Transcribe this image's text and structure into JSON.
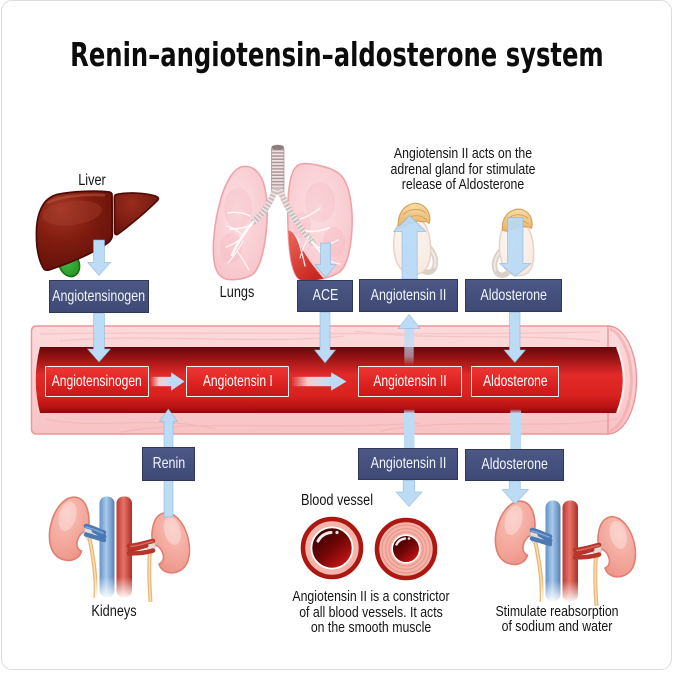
{
  "title": "Renin–angiotensin–aldosterone system",
  "labels": {
    "liver": "Liver",
    "lungs": "Lungs",
    "kidneys": "Kidneys",
    "blood_vessel": "Blood vessel"
  },
  "boxes": {
    "angiotensinogen_top": "Angiotensinogen",
    "ace": "ACE",
    "angiotensin2_above": "Angiotensin II",
    "aldosterone_above": "Aldosterone",
    "renin": "Renin",
    "angiotensin2_below": "Angiotensin II",
    "aldosterone_below": "Aldosterone"
  },
  "vessel_labels": {
    "angiotensinogen": "Angiotensinogen",
    "angiotensin1": "Angiotensin I",
    "angiotensin2": "Angiotensin II",
    "aldosterone": "Aldosterone"
  },
  "annotations": {
    "adrenal": "Angiotensin II acts on the\nadrenal gland for stimulate\nrelease of Aldosterone",
    "constrictor": "Angiotensin II is a constrictor\nof all blood vessels. It acts\non the smooth muscle",
    "reabsorption": "Stimulate reabsorption\nof sodium and water"
  },
  "colors": {
    "label_box_bg": "#46517e",
    "label_box_border": "#2e3959",
    "arrow_fill": "#bcdcf6",
    "vessel_outer_pink": "#fbd3d4",
    "vessel_red": "#e02826",
    "box_text": "#ffffff",
    "text": "#141414"
  }
}
